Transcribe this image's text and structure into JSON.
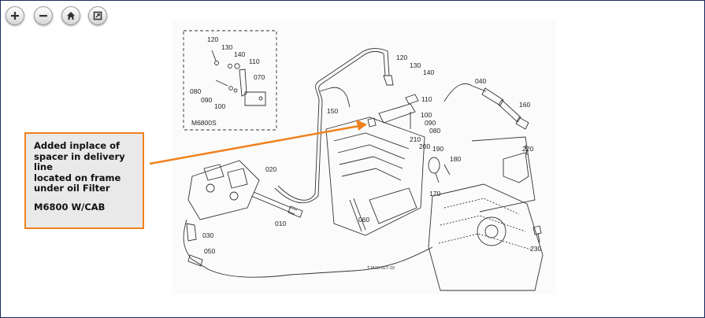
{
  "toolbar": {
    "buttons": [
      {
        "name": "zoom-in",
        "icon": "plus-icon"
      },
      {
        "name": "zoom-out",
        "icon": "minus-icon"
      },
      {
        "name": "home",
        "icon": "home-icon"
      },
      {
        "name": "fit",
        "icon": "fit-screen-icon"
      }
    ]
  },
  "callout": {
    "line1": "Added inplace of",
    "line2": "spacer in delivery",
    "line3": "line",
    "line4": "located on frame",
    "line5": "under oil Filter",
    "model": "M6800 W/CAB"
  },
  "diagram": {
    "inset_model": "M6800S",
    "drawing_code": "TJA10-027-10",
    "labels": {
      "p010": "010",
      "p020": "020",
      "p030": "030",
      "p040": "040",
      "p050": "050",
      "p060": "060",
      "p070": "070",
      "p080": "080",
      "p090": "090",
      "p100": "100",
      "p110": "110",
      "p120": "120",
      "p130": "130",
      "p140": "140",
      "p150": "150",
      "p160": "160",
      "p170": "170",
      "p180": "180",
      "p190": "190",
      "p200": "200",
      "p210": "210",
      "p220": "220",
      "p230": "230"
    }
  },
  "colors": {
    "border": "#1f2a5c",
    "callout_border": "#f0821e",
    "callout_bg": "#e9e9e9",
    "arrow": "#f0821e"
  }
}
